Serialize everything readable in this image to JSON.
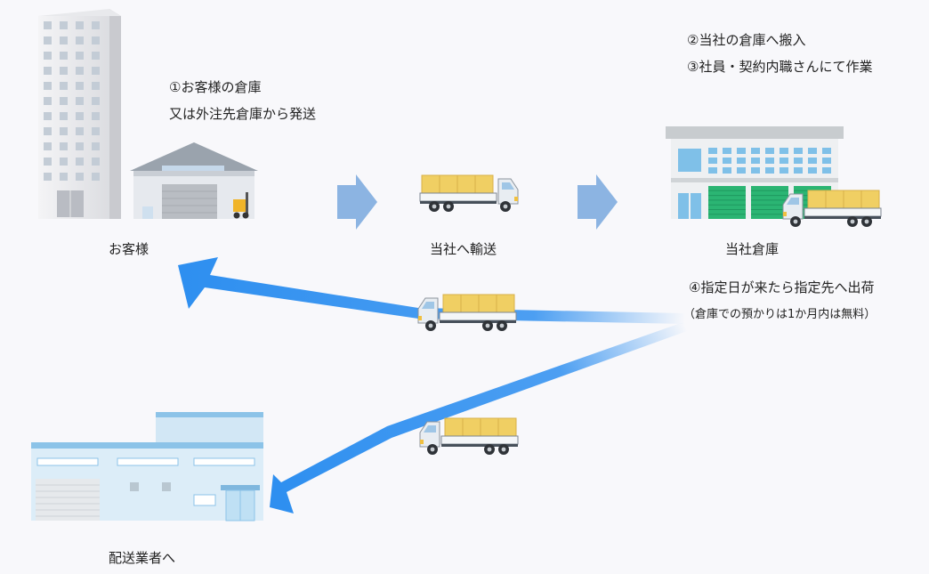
{
  "customer": {
    "label": "お客様"
  },
  "transport": {
    "label": "当社へ輸送"
  },
  "our_warehouse": {
    "label": "当社倉庫"
  },
  "delivery_company": {
    "label": "配送業者へ"
  },
  "steps": {
    "step1_line1": "①お客様の倉庫",
    "step1_line2": "又は外注先倉庫から発送",
    "step2": "②当社の倉庫へ搬入",
    "step3": "③社員・契約内職さんにて作業",
    "step4": "④指定日が来たら指定先へ出荷",
    "step4_note": "（倉庫での預かりは1か月内は無料）"
  },
  "colors": {
    "step_arrow": "#8cb4e2",
    "flow_arrow": "#2e8ff0",
    "truck_cab": "#e8edf2",
    "cargo": "#f0cf63",
    "shutter": "#2bb573"
  }
}
